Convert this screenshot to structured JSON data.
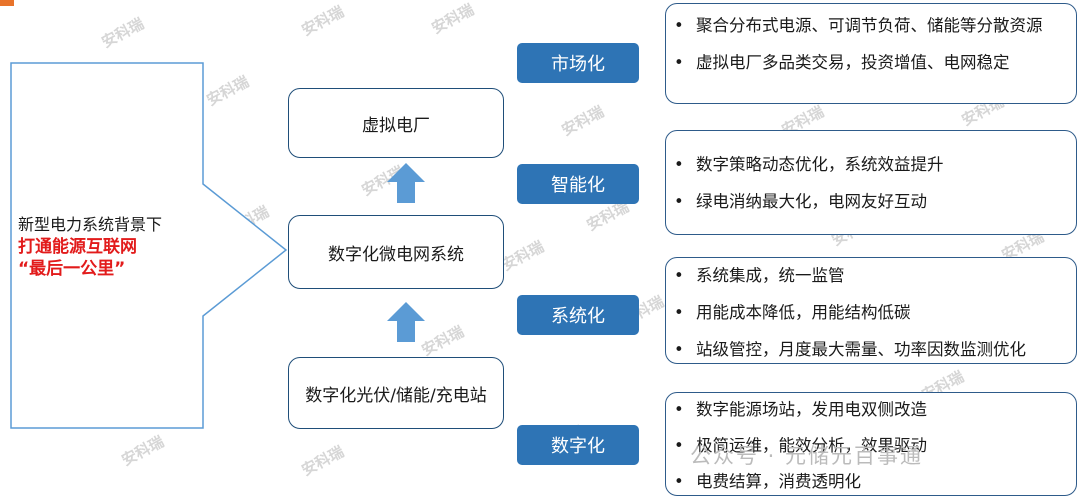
{
  "left": {
    "line1": "新型电力系统背景下",
    "line2": "打通能源互联网",
    "line3": "“最后一公里”"
  },
  "center": {
    "top": "虚拟电厂",
    "middle": "数字化微电网系统",
    "bottom": "数字化光伏/储能/充电站"
  },
  "categories": [
    {
      "label": "市场化",
      "items": [
        "聚合分布式电源、可调节负荷、储能等分散资源",
        "虚拟电厂多品类交易，投资增值、电网稳定"
      ]
    },
    {
      "label": "智能化",
      "items": [
        "数字策略动态优化，系统效益提升",
        "绿电消纳最大化，电网友好互动"
      ]
    },
    {
      "label": "系统化",
      "items": [
        "系统集成，统一监管",
        "用能成本降低，用能结构低碳",
        "站级管控，月度最大需量、功率因数监测优化"
      ]
    },
    {
      "label": "数字化",
      "items": [
        "数字能源场站，发用电双侧改造",
        "极简运维，能效分析，效果驱动",
        "电费结算，消费透明化"
      ]
    }
  ],
  "watermark": "安科瑞",
  "footer_watermark": "公众号 · 元储元百事通",
  "colors": {
    "label_bg": "#2e74b5",
    "border": "#1f4e79",
    "highlight": "#e21b1b",
    "arrow": "#5b9bd5"
  }
}
